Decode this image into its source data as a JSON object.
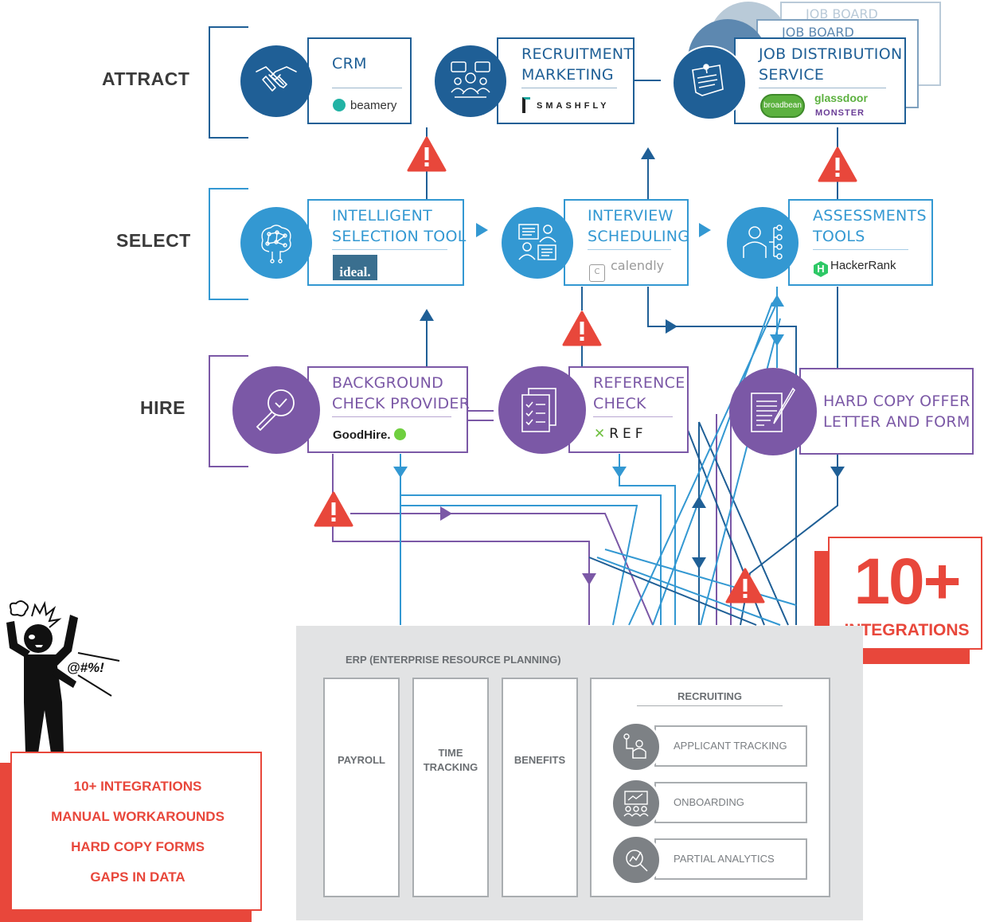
{
  "stages": {
    "attract": "ATTRACT",
    "select": "SELECT",
    "hire": "HIRE"
  },
  "attract": {
    "crm": {
      "title": "CRM",
      "vendor": "beamery"
    },
    "recruitment_marketing": {
      "title": "RECRUITMENT\nMARKETING",
      "vendor": "SMASHFLY"
    },
    "job_distribution": {
      "title": "JOB DISTRIBUTION\nSERVICE",
      "vendors": [
        "broadbean",
        "glassdoor",
        "MONSTER"
      ],
      "stack_labels": [
        "JOB BOARD",
        "JOB BOARD"
      ]
    }
  },
  "select": {
    "intelligent_selection": {
      "title": "INTELLIGENT\nSELECTION TOOL",
      "vendor": "ideal."
    },
    "interview_scheduling": {
      "title": "INTERVIEW\nSCHEDULING",
      "vendor": "calendly"
    },
    "assessments": {
      "title": "ASSESSMENTS\nTOOLS",
      "vendor": "HackerRank"
    }
  },
  "hire": {
    "background_check": {
      "title": "BACKGROUND\nCHECK PROVIDER",
      "vendor": "GoodHire."
    },
    "reference_check": {
      "title": "REFERENCE\nCHECK",
      "vendor": "REF"
    },
    "offer_letter": {
      "title": "HARD COPY OFFER\nLETTER AND FORM"
    }
  },
  "integrations_badge": {
    "number": "10+",
    "label": "INTEGRATIONS"
  },
  "erp": {
    "title": "ERP (ENTERPRISE RESOURCE PLANNING)",
    "columns": [
      "PAYROLL",
      "TIME\nTRACKING",
      "BENEFITS"
    ],
    "recruiting": {
      "title": "RECRUITING",
      "modules": [
        "APPLICANT TRACKING",
        "ONBOARDING",
        "PARTIAL ANALYTICS"
      ]
    }
  },
  "frustration_text": "@#%!",
  "issues": [
    "10+ INTEGRATIONS",
    "MANUAL WORKAROUNDS",
    "HARD COPY FORMS",
    "GAPS IN DATA"
  ],
  "colors": {
    "attract": "#1f5f96",
    "select": "#3398d2",
    "hire": "#7b58a6",
    "warning": "#e8473b",
    "erp": "#e2e3e4"
  }
}
